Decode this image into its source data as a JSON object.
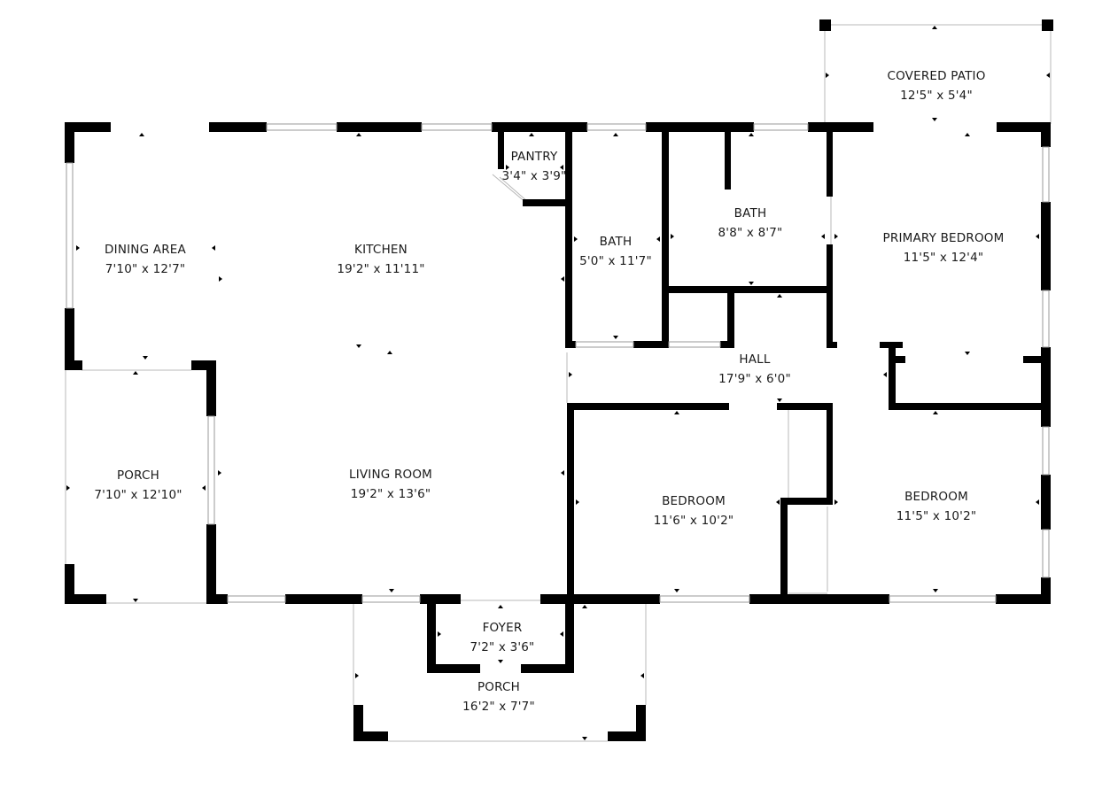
{
  "rooms": [
    {
      "id": "covered-patio",
      "name": "COVERED PATIO",
      "dims": "12'5\" x 5'4\""
    },
    {
      "id": "pantry",
      "name": "PANTRY",
      "dims": "3'4\" x 3'9\""
    },
    {
      "id": "dining-area",
      "name": "DINING AREA",
      "dims": "7'10\" x 12'7\""
    },
    {
      "id": "kitchen",
      "name": "KITCHEN",
      "dims": "19'2\" x 11'11\""
    },
    {
      "id": "bath-1",
      "name": "BATH",
      "dims": "5'0\" x 11'7\""
    },
    {
      "id": "bath-2",
      "name": "BATH",
      "dims": "8'8\" x 8'7\""
    },
    {
      "id": "primary-bedroom",
      "name": "PRIMARY BEDROOM",
      "dims": "11'5\" x 12'4\""
    },
    {
      "id": "hall",
      "name": "HALL",
      "dims": "17'9\" x 6'0\""
    },
    {
      "id": "porch-side",
      "name": "PORCH",
      "dims": "7'10\" x 12'10\""
    },
    {
      "id": "living-room",
      "name": "LIVING ROOM",
      "dims": "19'2\" x 13'6\""
    },
    {
      "id": "bedroom-1",
      "name": "BEDROOM",
      "dims": "11'6\" x 10'2\""
    },
    {
      "id": "bedroom-2",
      "name": "BEDROOM",
      "dims": "11'5\" x 10'2\""
    },
    {
      "id": "foyer",
      "name": "FOYER",
      "dims": "7'2\" x 3'6\""
    },
    {
      "id": "porch-front",
      "name": "PORCH",
      "dims": "16'2\" x 7'7\""
    }
  ]
}
